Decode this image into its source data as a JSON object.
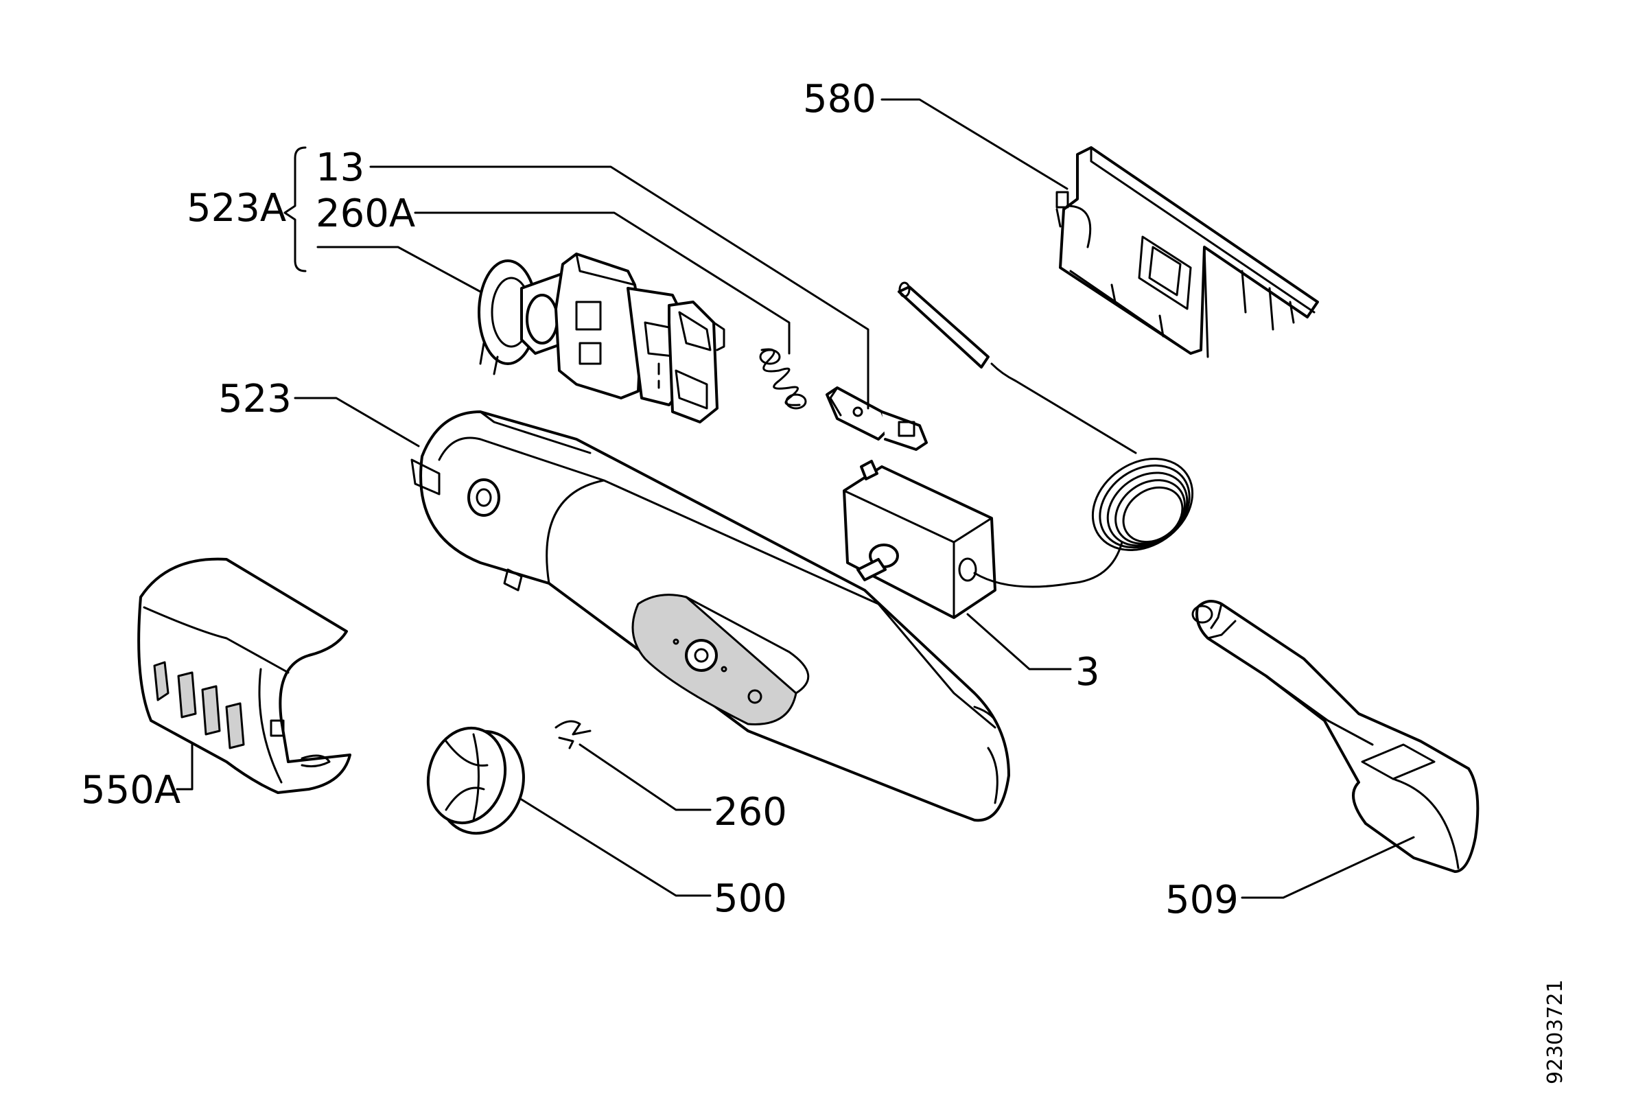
{
  "labels": {
    "p580": "580",
    "p523A": "523A",
    "p13": "13",
    "p260A": "260A",
    "p523": "523",
    "p3": "3",
    "p550A": "550A",
    "p260": "260",
    "p500": "500",
    "p509": "509"
  },
  "drawing_number": "92303721"
}
